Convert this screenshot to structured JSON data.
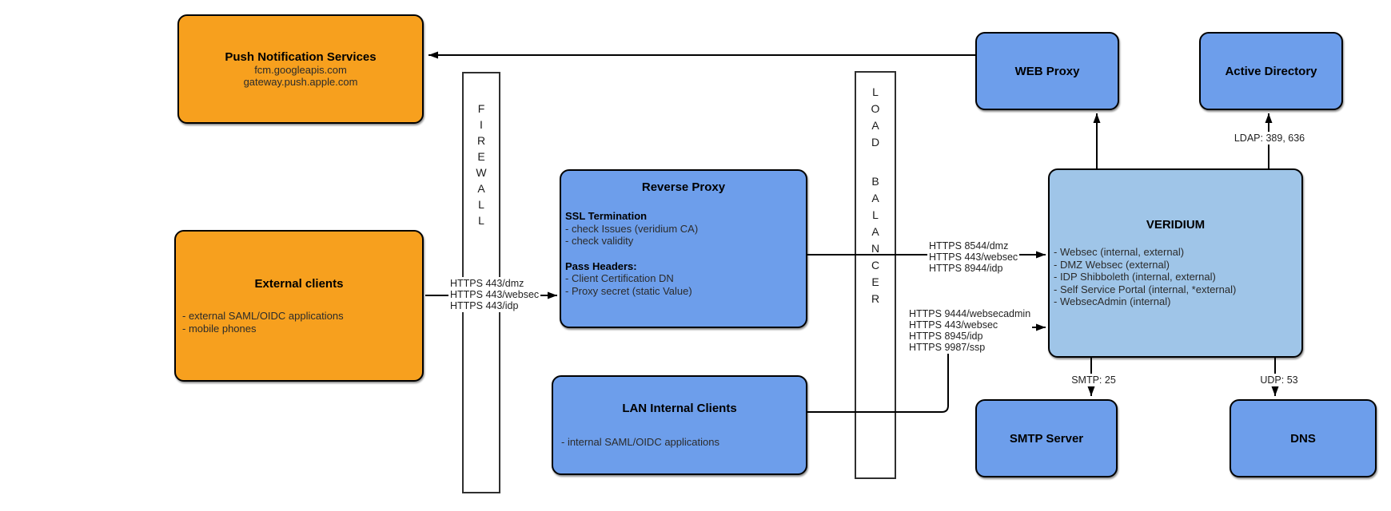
{
  "diagram": {
    "nodes": {
      "push_notification_services": {
        "title": "Push Notification Services",
        "lines": [
          "fcm.googleapis.com",
          "gateway.push.apple.com"
        ]
      },
      "external_clients": {
        "title": "External clients",
        "items": [
          "- external SAML/OIDC applications",
          "- mobile phones"
        ]
      },
      "firewall": {
        "label": "FIREWALL"
      },
      "reverse_proxy": {
        "title": "Reverse Proxy",
        "sections": [
          {
            "heading": "SSL Termination",
            "items": [
              "- check Issues (veridium CA)",
              "- check validity"
            ]
          },
          {
            "heading": "Pass Headers:",
            "items": [
              "- Client Certification DN",
              "- Proxy secret (static Value)"
            ]
          }
        ]
      },
      "load_balancer": {
        "label": "LOAD BALANCER"
      },
      "lan_internal_clients": {
        "title": "LAN Internal Clients",
        "items": [
          "- internal SAML/OIDC applications"
        ]
      },
      "web_proxy": {
        "title": "WEB Proxy"
      },
      "active_directory": {
        "title": "Active Directory"
      },
      "veridium": {
        "title": "VERIDIUM",
        "items": [
          "- Websec (internal, external)",
          "- DMZ Websec (external)",
          "- IDP Shibboleth (internal, external)",
          "- Self Service Portal (internal, *external)",
          "- WebsecAdmin (internal)"
        ]
      },
      "smtp_server": {
        "title": "SMTP Server"
      },
      "dns": {
        "title": "DNS"
      }
    },
    "edge_labels": {
      "clients_to_reverse_proxy": [
        "HTTPS 443/dmz",
        "HTTPS 443/websec",
        "HTTPS 443/idp"
      ],
      "lb_to_veridium": [
        "HTTPS 8544/dmz",
        "HTTPS 443/websec",
        "HTTPS 8944/idp"
      ],
      "lan_to_veridium": [
        "HTTPS 9444/websecadmin",
        "HTTPS 443/websec",
        "HTTPS 8945/idp",
        "HTTPS 9987/ssp"
      ],
      "ldap": "LDAP: 389, 636",
      "smtp": "SMTP: 25",
      "udp": "UDP: 53"
    },
    "colors": {
      "orange": "#F7A01E",
      "blue": "#6D9EEB",
      "light_blue": "#9FC5E8",
      "line": "#000000"
    }
  }
}
